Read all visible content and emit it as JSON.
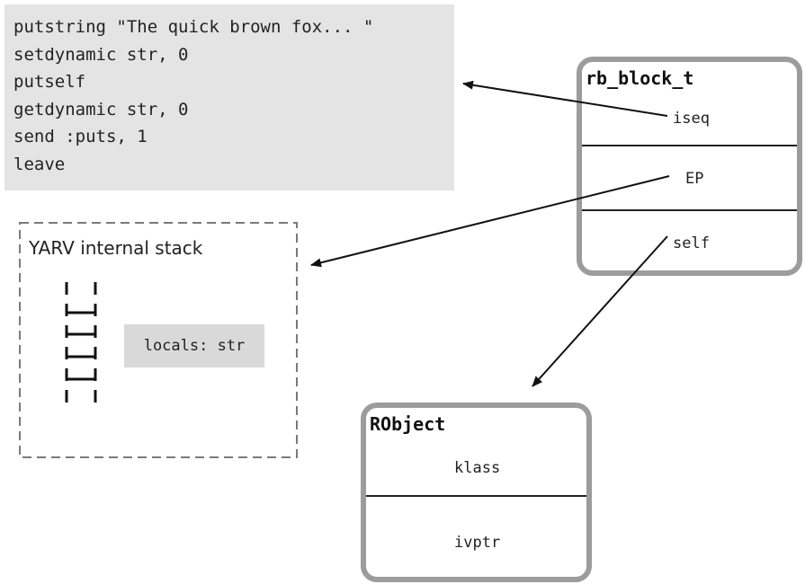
{
  "code": {
    "lines": [
      "putstring \"The quick brown fox... \"",
      "setdynamic str, 0",
      "putself",
      "getdynamic str, 0",
      "send :puts, 1",
      "leave"
    ]
  },
  "yarv": {
    "title": "YARV internal stack",
    "locals": "locals: str"
  },
  "rb_block": {
    "title": "rb_block_t",
    "fields": [
      "iseq",
      "EP",
      "self"
    ]
  },
  "robject": {
    "title": "RObject",
    "fields": [
      "klass",
      "ivptr"
    ]
  },
  "colors": {
    "code_bg": "#e4e4e4",
    "locals_bg": "#d9d9d9",
    "struct_border": "#9c9c9c",
    "dash": "#7a7a7a"
  }
}
